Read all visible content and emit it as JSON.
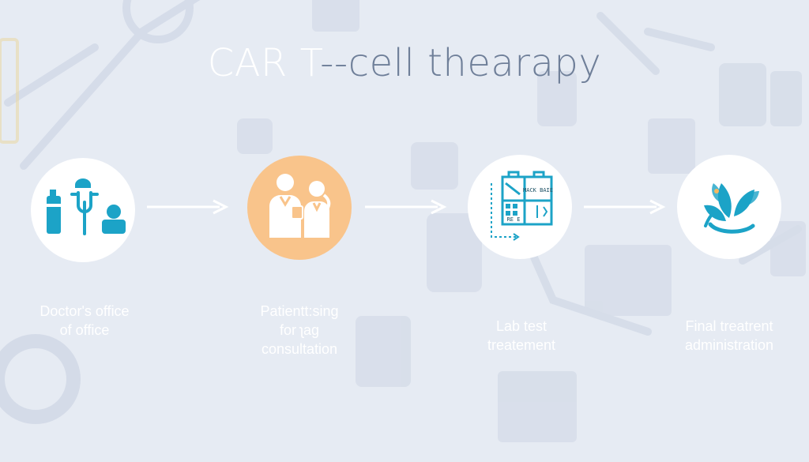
{
  "title": {
    "part1": "CAR T",
    "part2": "--cell thearapy"
  },
  "steps": [
    {
      "lines": [
        "Doctor's office",
        "of office"
      ],
      "icon": "doctor-office-icon"
    },
    {
      "lines": [
        "Patientt:sing",
        "for ʅag",
        "consultation"
      ],
      "icon": "consultation-icon"
    },
    {
      "lines": [
        "Lab test",
        "treatement"
      ],
      "icon": "lab-test-icon"
    },
    {
      "lines": [
        "Final treatrent",
        "administration"
      ],
      "icon": "leaf-icon"
    }
  ],
  "lab_panel_text": {
    "top": "MACK BAIE",
    "bottom": "RE E"
  },
  "colors": {
    "teal": "#1ca3c7",
    "orange_circle": "#f9c48b",
    "background": "#e6ebf3",
    "title_dark": "#6f7f99"
  }
}
